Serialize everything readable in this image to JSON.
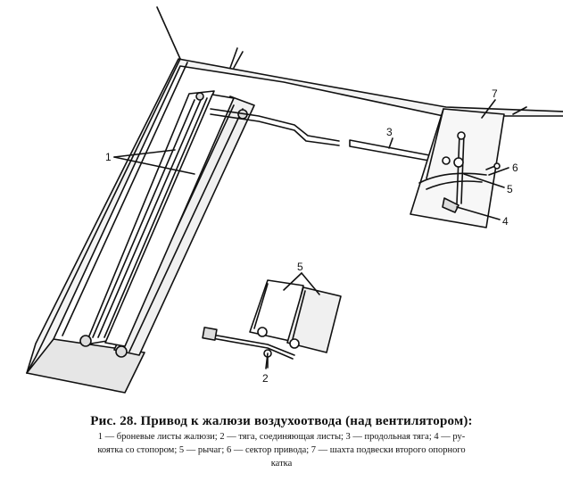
{
  "figure": {
    "callouts": {
      "c1": "1",
      "c2": "2",
      "c3": "3",
      "c4": "4",
      "c5a": "5",
      "c5b": "5",
      "c6": "6",
      "c7": "7"
    }
  },
  "caption": {
    "title": "Рис. 28. Привод к жалюзи воздухоотвода (над вентилятором):",
    "legend_line1": "1 — броневые листы жалюзи; 2 — тяга, соединяющая листы; 3 — продольная тяга; 4 — ру-",
    "legend_line2": "коятка со стопором; 5 — рычаг; 6 — сектор привода; 7 — шахта подвески второго опорного",
    "legend_line3": "катка"
  },
  "colors": {
    "ink": "#111111",
    "paper": "#ffffff",
    "shade": "#bdbdbd"
  }
}
